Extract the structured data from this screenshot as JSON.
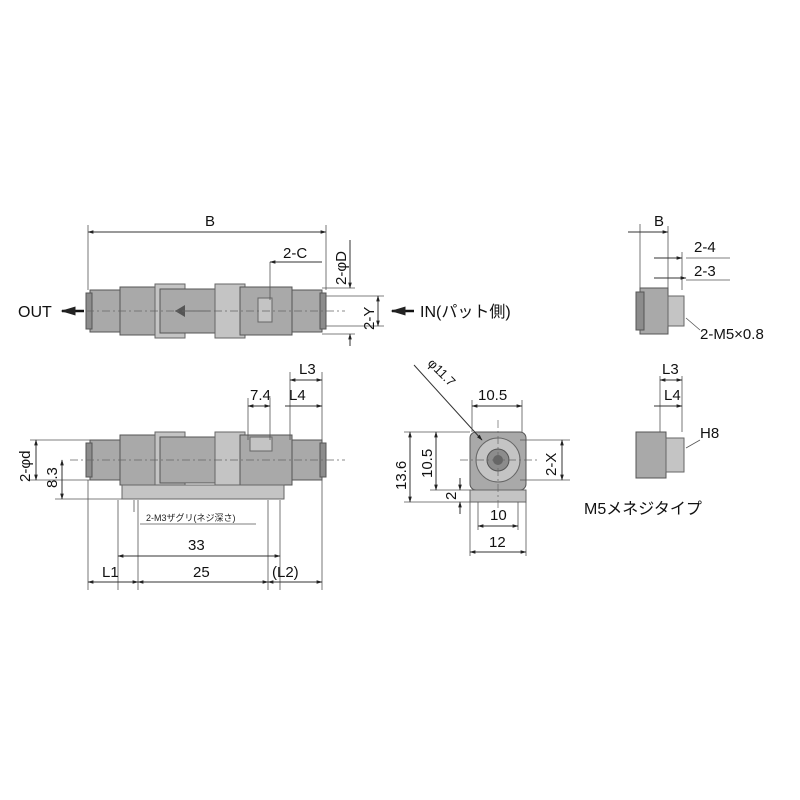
{
  "labels": {
    "b": "B",
    "two_c": "2-C",
    "two_phi_D": "2-φD",
    "two_Y": "2-Y",
    "out": "OUT",
    "in": "IN(パット側)",
    "l3": "L3",
    "l4": "L4",
    "dim_7_4": "7.4",
    "two_phi_d": "2-φd",
    "dim_8_3": "8.3",
    "mount_note": "2-M3ザグリ(ネジ深さ)",
    "dim_33": "33",
    "dim_25": "25",
    "l1": "L1",
    "l2": "(L2)",
    "phi_11_7": "φ11.7",
    "dim_10_5_top": "10.5",
    "dim_13_6": "13.6",
    "dim_10_5_side": "10.5",
    "dim_2": "2",
    "two_X": "2-X",
    "dim_10": "10",
    "dim_12": "12",
    "b_right": "B",
    "dim_2_4": "2-4",
    "dim_2_3": "2-3",
    "two_m5": "2-M5×0.8",
    "l3_right": "L3",
    "l4_right": "L4",
    "h8": "H8",
    "m5_type": "M5メネジタイプ"
  },
  "colors": {
    "body": "#a9a9a9",
    "dark": "#8c8c8c",
    "light": "#c4c4c4",
    "line": "#333333"
  }
}
